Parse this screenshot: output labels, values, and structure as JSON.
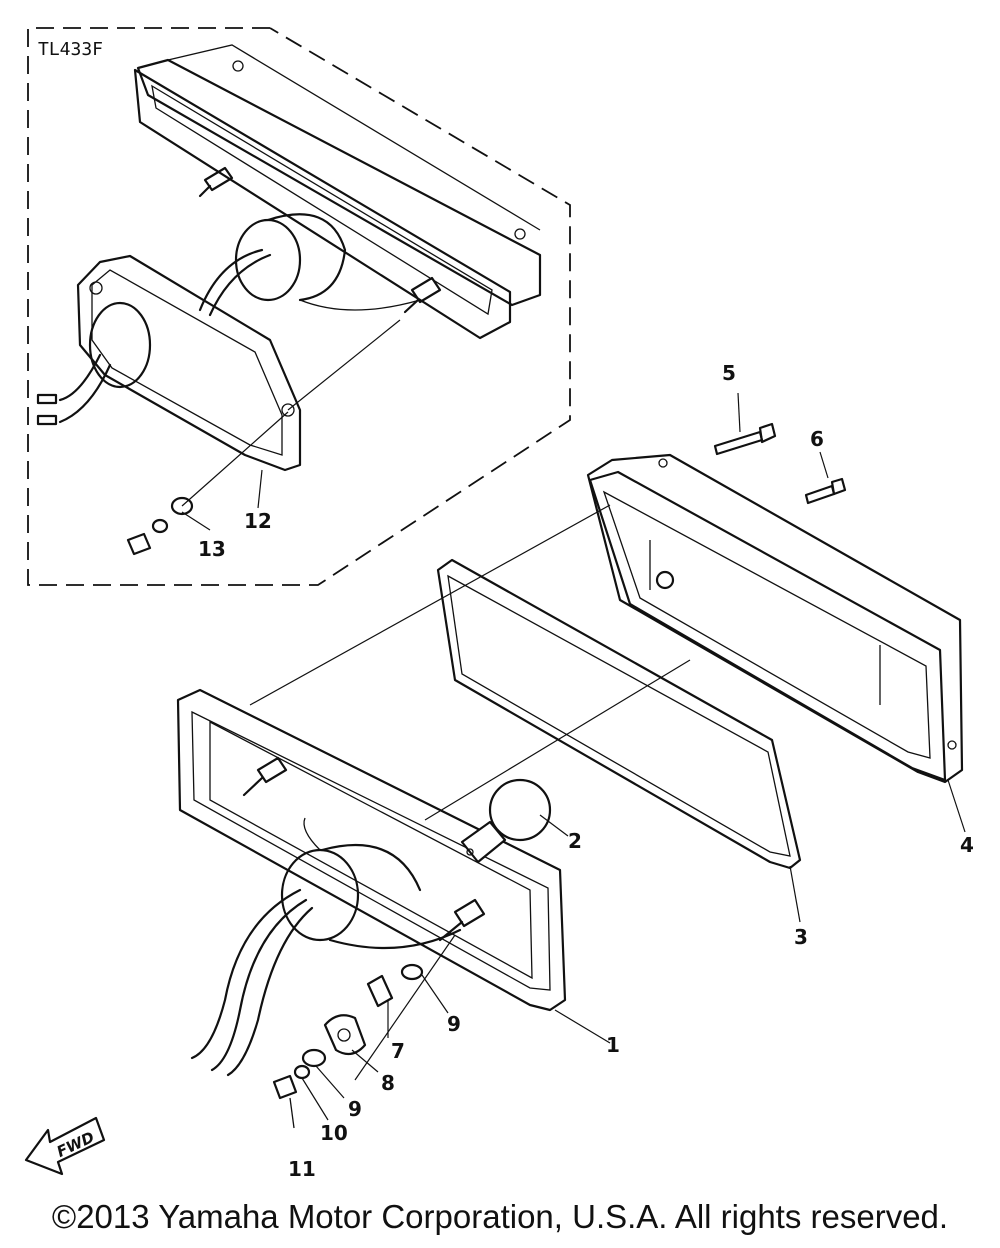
{
  "inset": {
    "label": "TL433F"
  },
  "callouts": {
    "p1": "1",
    "p2": "2",
    "p3": "3",
    "p4": "4",
    "p5": "5",
    "p6": "6",
    "p7": "7",
    "p8": "8",
    "p9a": "9",
    "p9b": "9",
    "p10": "10",
    "p11": "11",
    "p12": "12",
    "p13": "13"
  },
  "fwd_label": "FWD",
  "copyright": "©2013 Yamaha Motor Corporation, U.S.A. All rights reserved."
}
